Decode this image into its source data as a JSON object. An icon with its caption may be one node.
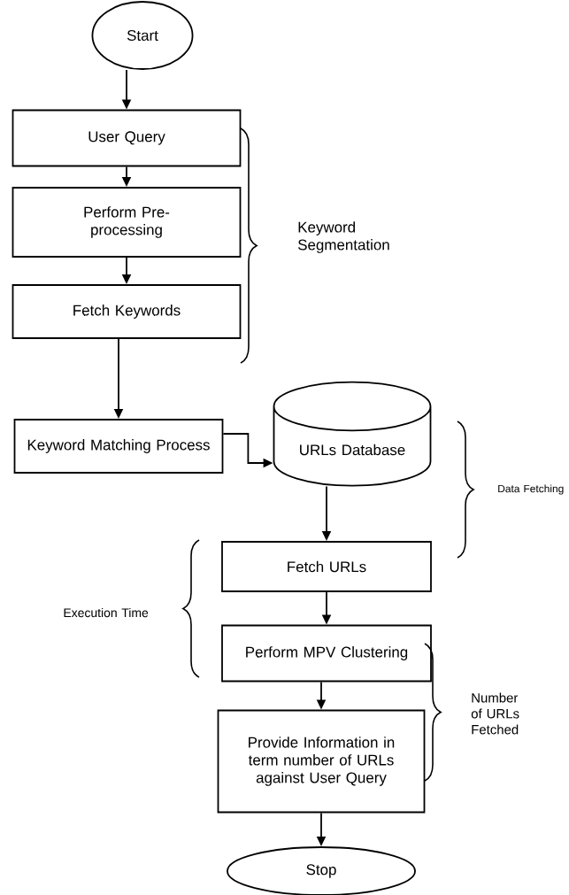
{
  "diagram": {
    "nodes": [
      {
        "text": [
          "Start"
        ]
      },
      {
        "text": [
          "User Query"
        ]
      },
      {
        "text": [
          "Perform Pre-processing"
        ]
      },
      {
        "text": [
          "Fetch Keywords"
        ]
      },
      {
        "text": [
          "Keyword Matching Process"
        ]
      },
      {
        "text": [
          "URLs Database"
        ]
      },
      {
        "text": [
          "Fetch URLs"
        ]
      },
      {
        "text": [
          "Perform MPV Clustering"
        ]
      },
      {
        "text": [
          "Provide Information in term number of URLs against User Query"
        ]
      },
      {
        "text": [
          "Stop"
        ]
      }
    ],
    "edges": [
      {
        "from": 0,
        "to": 1,
        "arrow": "to"
      },
      {
        "from": 1,
        "to": 2,
        "arrow": "to"
      },
      {
        "from": 2,
        "to": 3,
        "arrow": "to"
      },
      {
        "from": 3,
        "to": 4,
        "arrow": "to"
      },
      {
        "from": 4,
        "to": 5,
        "arrow": "to"
      },
      {
        "from": 5,
        "to": 6,
        "arrow": "to"
      },
      {
        "from": 6,
        "to": 7,
        "arrow": "to"
      },
      {
        "from": 7,
        "to": 8,
        "arrow": "to"
      },
      {
        "from": 8,
        "to": 9,
        "arrow": "to"
      }
    ],
    "labels": [
      "Keyword Segmentation",
      "Data Fetching",
      "Execution Time",
      "Number of URLs Fetched"
    ]
  }
}
